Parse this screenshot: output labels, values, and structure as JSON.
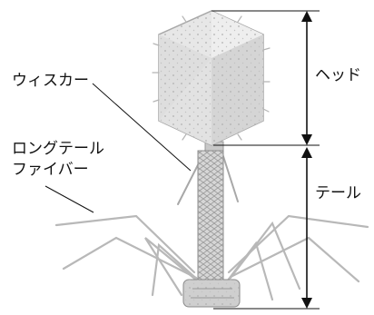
{
  "labels": {
    "whisker": "ウィスカー",
    "long_tail_fiber_line1": "ロングテール",
    "long_tail_fiber_line2": "ファイバー",
    "head": "ヘッド",
    "tail": "テール"
  },
  "colors": {
    "ink": "#111111",
    "capsid_fill": "#e6e6e6",
    "capsid_shade": "#d2d2d2",
    "fiber": "#b9b9b9",
    "sheath": "#bcbcbc"
  }
}
